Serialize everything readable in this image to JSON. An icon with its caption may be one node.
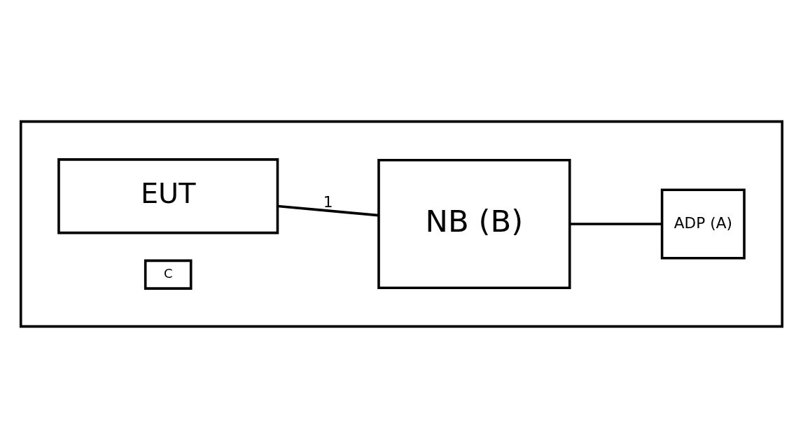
{
  "diagram": {
    "nodes": [
      {
        "text": [],
        "shape": "box"
      },
      {
        "text": [
          "EUT"
        ],
        "in": 0
      },
      {
        "text": [
          "NB (B)"
        ],
        "in": 0
      },
      {
        "text": [
          "C"
        ],
        "in": 0
      },
      {
        "text": [
          "ADP (A)"
        ],
        "in": 0
      }
    ],
    "edges": [
      {
        "from": 1,
        "to": 2,
        "arrow": "none",
        "label": "1"
      },
      {
        "from": 2,
        "to": 4,
        "arrow": "none"
      }
    ]
  }
}
